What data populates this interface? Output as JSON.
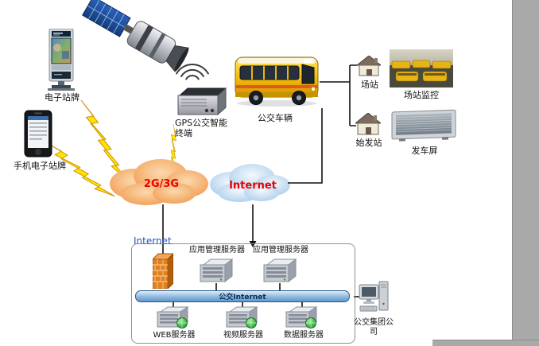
{
  "labels": {
    "kiosk": "电子站牌",
    "phone": "手机电子站牌",
    "gps_line1": "GPS公交智能",
    "gps_line2": "终端",
    "bus": "公交车辆",
    "station": "场站",
    "station_monitor": "场站监控",
    "origin_station": "始发站",
    "departure_screen": "发车屏"
  },
  "clouds": {
    "g2g3": "2G/3G",
    "internet": "Internet"
  },
  "datacenter": {
    "internet_entry": "Internet",
    "app_server_1": "应用管理服务器",
    "app_server_2": "应用管理服务器",
    "backbone": "公交Internet",
    "web_server": "WEB服务器",
    "video_server": "视频服务器",
    "data_server": "数据服务器",
    "company": "公交集团公司"
  },
  "colors": {
    "cloud_2g3g": "#f09a4e",
    "cloud_internet": "#a8cbe8",
    "cloud_text": "#ee0000",
    "internet_entry_text": "#2a52be",
    "lightning": "#ffe400",
    "bus_body": "#f3b80a",
    "firewall": "#e2801e",
    "page_gutter": "#a9a9a9"
  },
  "icons": [
    "satellite-icon",
    "wifi-signal-icon",
    "lightning-bolt-icon",
    "kiosk-icon",
    "phone-icon",
    "gps-terminal-icon",
    "bus-icon",
    "house-icon",
    "depot-photo",
    "led-screen-icon",
    "cloud-shape",
    "firewall-icon",
    "server-icon",
    "server-globe-icon",
    "network-bus-bar",
    "workstation-icon"
  ]
}
